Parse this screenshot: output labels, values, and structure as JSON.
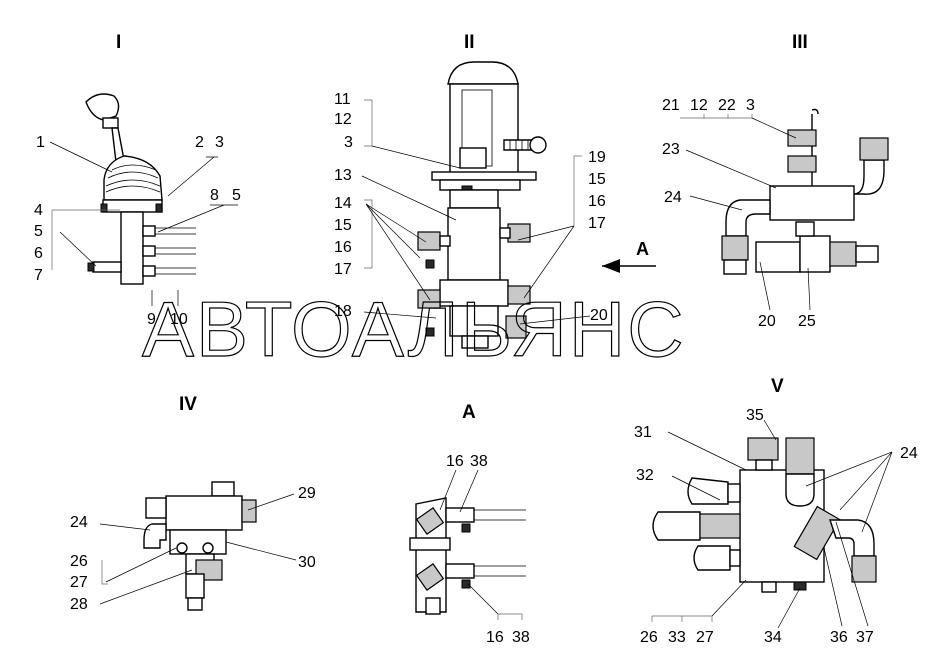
{
  "views": {
    "I": "I",
    "II": "II",
    "III": "III",
    "IV": "IV",
    "A": "A",
    "V": "V"
  },
  "arrow_label": "A",
  "watermark": "АВТОАЛЬЯНС",
  "callouts": {
    "v1": [
      "1",
      "2",
      "3",
      "4",
      "5",
      "6",
      "7",
      "8",
      "5",
      "9",
      "10"
    ],
    "v2_left": [
      "11",
      "12",
      "3",
      "13",
      "14",
      "15",
      "16",
      "17",
      "18"
    ],
    "v2_right": [
      "19",
      "15",
      "16",
      "17",
      "20"
    ],
    "v3": [
      "21",
      "12",
      "22",
      "3",
      "23",
      "24",
      "20",
      "25"
    ],
    "v4": [
      "24",
      "29",
      "26",
      "27",
      "28",
      "30"
    ],
    "vA": [
      "16",
      "38",
      "16",
      "38"
    ],
    "v5": [
      "31",
      "35",
      "32",
      "24",
      "26",
      "33",
      "27",
      "34",
      "36",
      "37"
    ]
  }
}
